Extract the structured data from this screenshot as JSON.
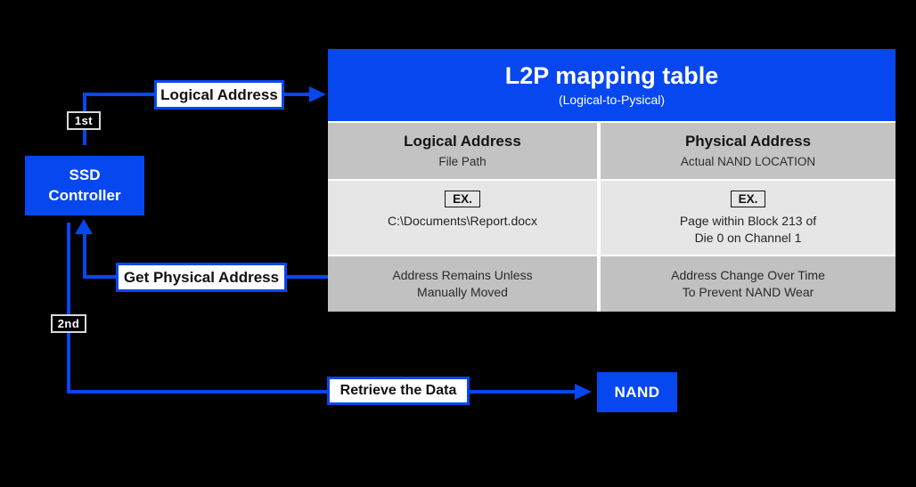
{
  "diagram": {
    "colors": {
      "accent_blue": "#0647f0",
      "background": "#000000",
      "row_gray": "#c3c3c4",
      "row_light_gray": "#e6e6e7"
    },
    "nodes": {
      "ssd_controller": {
        "line1": "SSD",
        "line2": "Controller"
      },
      "nand": {
        "label": "NAND"
      }
    },
    "steps": {
      "first": "1st",
      "second": "2nd"
    },
    "flow_labels": {
      "logical_address": "Logical Address",
      "get_physical_address": "Get Physical Address",
      "retrieve_the_data": "Retrieve the Data"
    },
    "table": {
      "title": "L2P mapping table",
      "subtitle": "(Logical-to-Pysical)",
      "columns": [
        {
          "header": "Logical Address",
          "subheader": "File Path",
          "example_tag": "EX.",
          "example_lines": [
            "C:\\Documents\\Report.docx"
          ],
          "note_lines": [
            "Address Remains Unless",
            "Manually Moved"
          ]
        },
        {
          "header": "Physical Address",
          "subheader": "Actual NAND LOCATION",
          "example_tag": "EX.",
          "example_lines": [
            "Page within Block 213 of",
            "Die 0 on Channel 1"
          ],
          "note_lines": [
            "Address Change Over Time",
            "To Prevent NAND Wear"
          ]
        }
      ]
    }
  }
}
